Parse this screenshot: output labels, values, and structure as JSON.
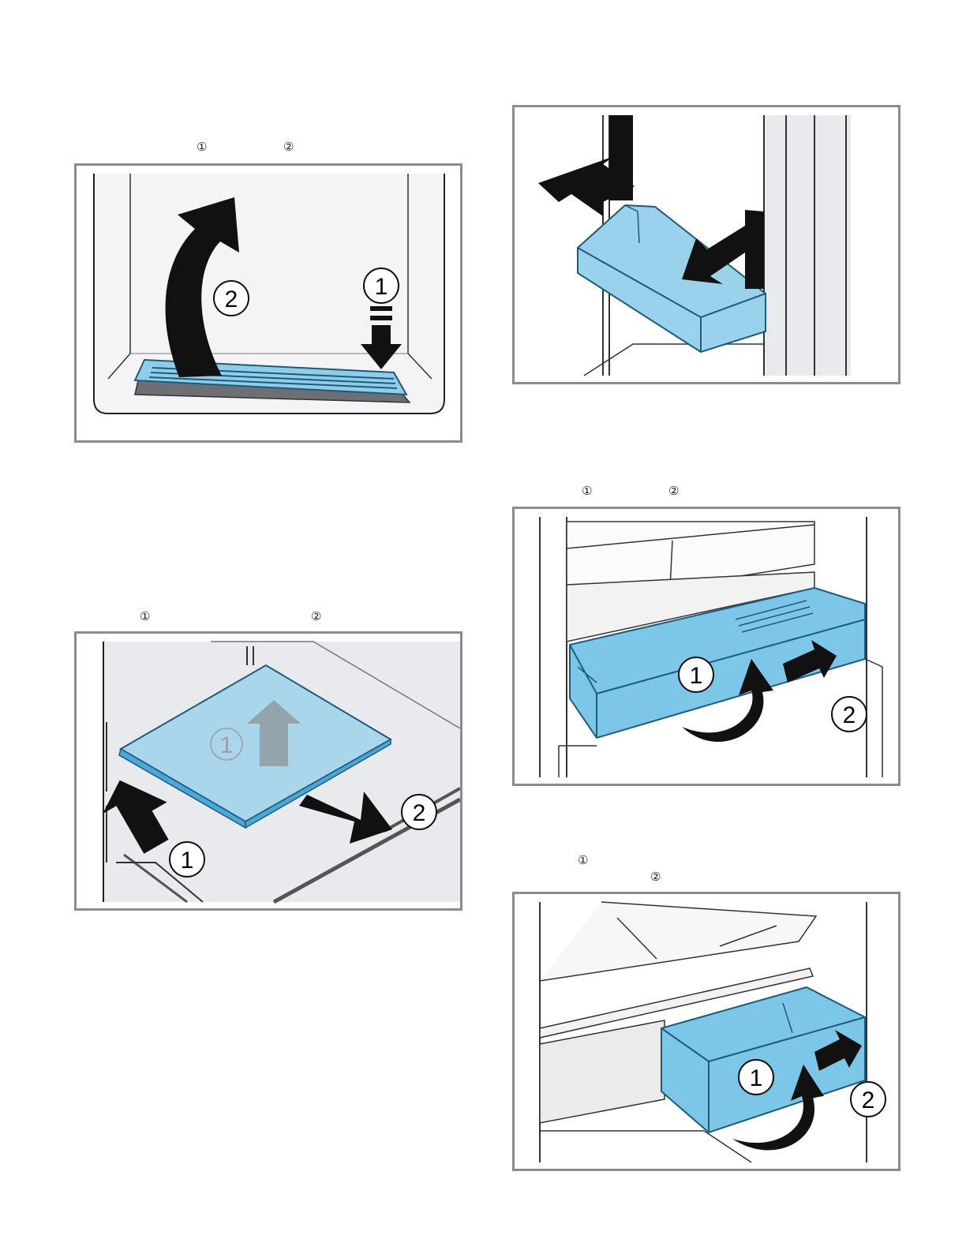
{
  "markers": {
    "m1": "①",
    "m2": "②",
    "m3": "①",
    "m4": "②",
    "m5": "①",
    "m6": "②",
    "m7": "①",
    "m8": "②"
  },
  "figures": {
    "filter_removal": {
      "callout_1": "1",
      "callout_2": "2"
    },
    "shelf_removal": {
      "callout_1": "1",
      "callout_1_faded": "1",
      "callout_2": "2"
    },
    "door_bin_removal": {},
    "drawer_removal_upper": {
      "callout_1": "1",
      "callout_2": "2"
    },
    "drawer_removal_lower": {
      "callout_1": "1",
      "callout_2": "2"
    }
  },
  "colors": {
    "part_blue": "#8fcde8",
    "part_blue_dark": "#4aa8d8",
    "frame_gray": "#8c8c8c",
    "arrow": "#111111",
    "wall": "#e9eaee"
  }
}
